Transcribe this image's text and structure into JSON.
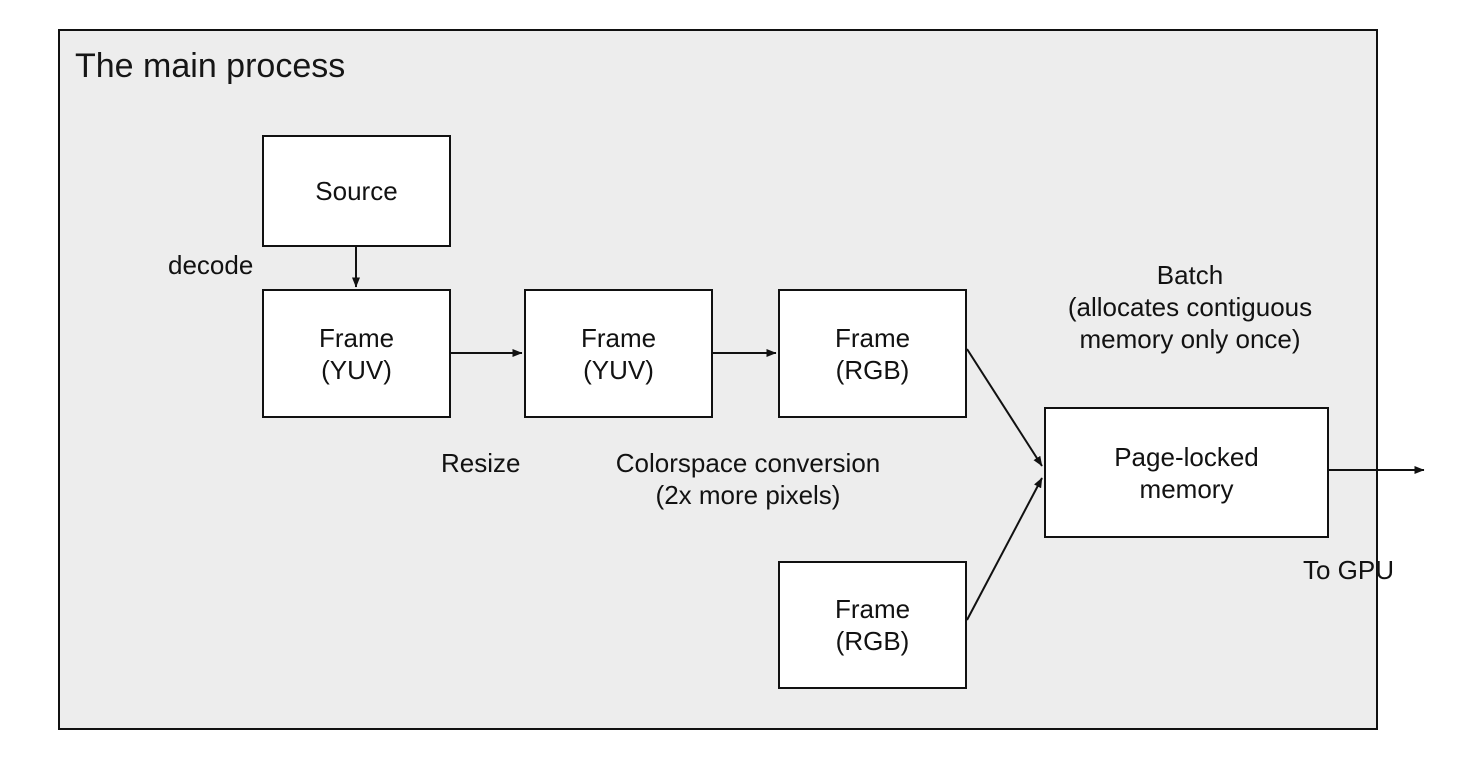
{
  "diagram": {
    "title": "The main process",
    "background_color": "#ededed",
    "node_fill": "#ffffff",
    "stroke_color": "#111111",
    "nodes": [
      {
        "id": "source",
        "line1": "Source",
        "line2": ""
      },
      {
        "id": "frame-yuv-1",
        "line1": "Frame",
        "line2": "(YUV)"
      },
      {
        "id": "frame-yuv-2",
        "line1": "Frame",
        "line2": "(YUV)"
      },
      {
        "id": "frame-rgb-top",
        "line1": "Frame",
        "line2": "(RGB)"
      },
      {
        "id": "frame-rgb-bot",
        "line1": "Frame",
        "line2": "(RGB)"
      },
      {
        "id": "page-locked",
        "line1": "Page-locked",
        "line2": "memory"
      }
    ],
    "labels": {
      "decode": "decode",
      "resize": "Resize",
      "colorspace_line1": "Colorspace conversion",
      "colorspace_line2": "(2x more pixels)",
      "batch_line1": "Batch",
      "batch_line2": "(allocates contiguous",
      "batch_line3": "memory only once)",
      "to_gpu": "To GPU"
    },
    "edges": [
      {
        "from": "source",
        "to": "frame-yuv-1",
        "label": "decode"
      },
      {
        "from": "frame-yuv-1",
        "to": "frame-yuv-2",
        "label": "Resize"
      },
      {
        "from": "frame-yuv-2",
        "to": "frame-rgb-top",
        "label": "Colorspace conversion (2x more pixels)"
      },
      {
        "from": "frame-rgb-top",
        "to": "page-locked",
        "label": "Batch (allocates contiguous memory only once)"
      },
      {
        "from": "frame-rgb-bot",
        "to": "page-locked",
        "label": "Batch (allocates contiguous memory only once)"
      },
      {
        "from": "page-locked",
        "to": "gpu",
        "label": "To GPU"
      }
    ]
  }
}
